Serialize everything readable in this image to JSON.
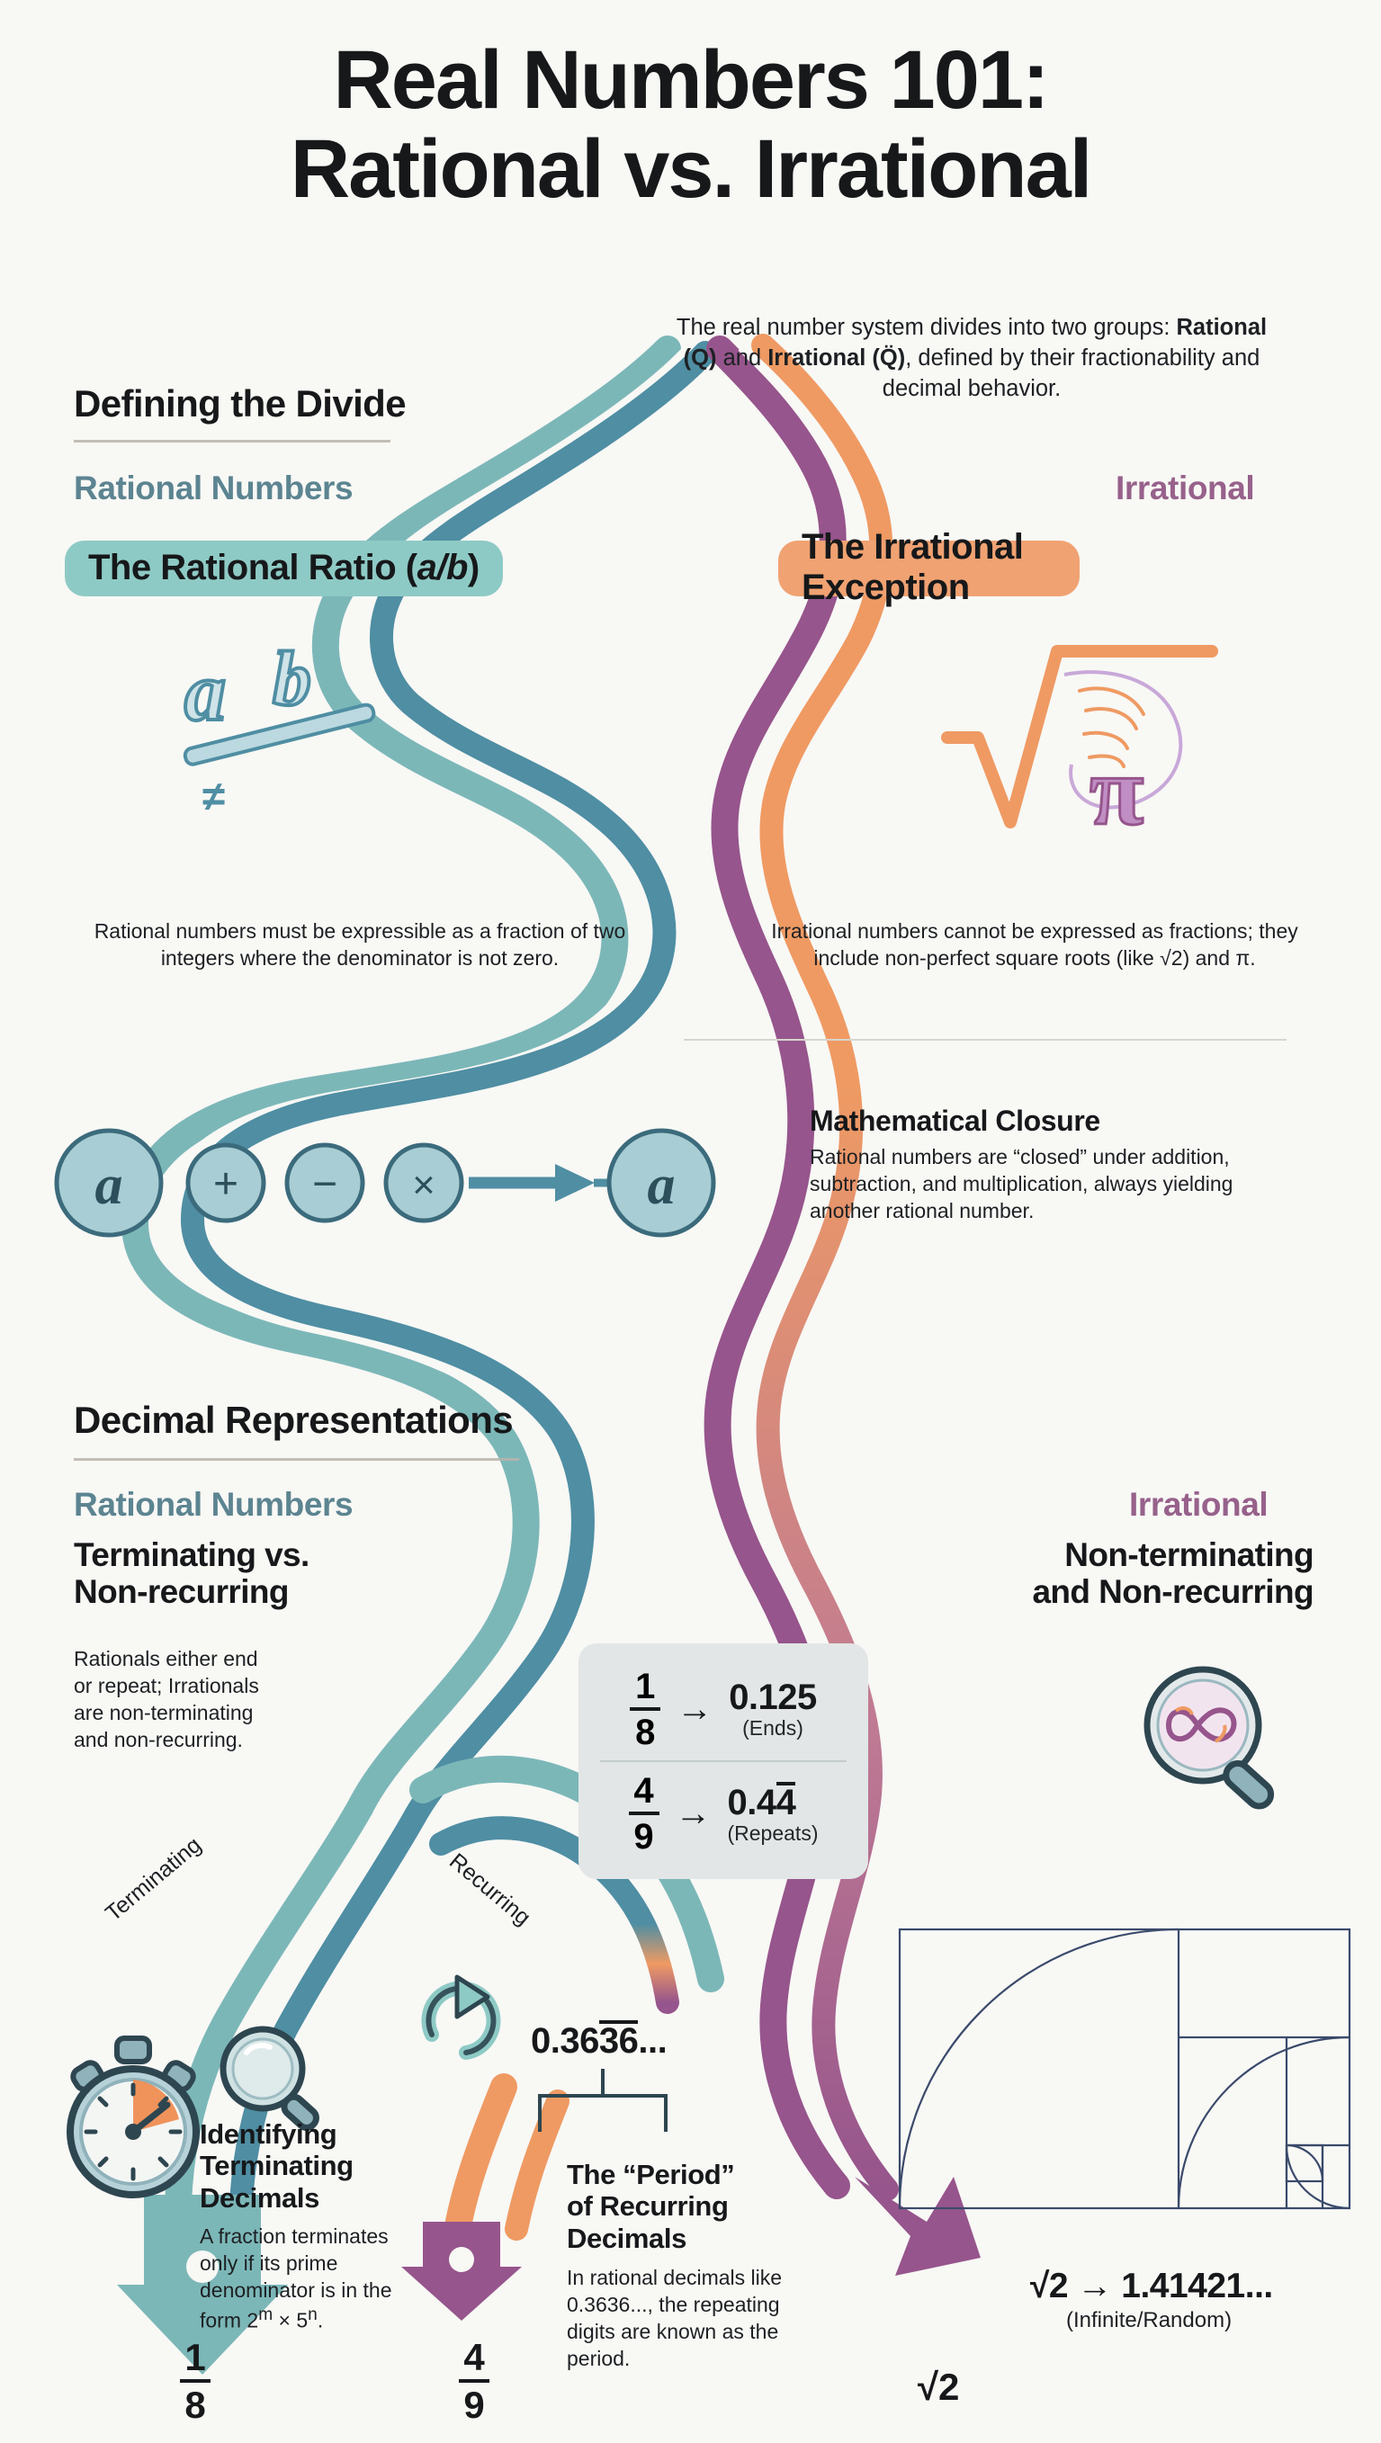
{
  "title": {
    "line1": "Real Numbers 101:",
    "line2": "Rational vs. Irrational"
  },
  "intro": {
    "part1": "The real number system divides into two groups: ",
    "bold1": "Rational (Q)",
    "mid": " and ",
    "bold2": "Irrational (Q̈)",
    "part2": ", defined by their fractionability and decimal behavior."
  },
  "section1": {
    "title": "Defining the Divide",
    "rational_head": "Rational Numbers",
    "irrational_head": "Irrational",
    "rational_pill_pre": "The Rational Ratio (",
    "rational_pill_italic": "a/b",
    "rational_pill_post": ")",
    "irrational_pill": "The Irrational Exception",
    "rational_body": "Rational numbers must be expressible as a fraction of two integers where the denominator is not zero.",
    "irrational_body": "Irrational numbers cannot be expressed as fractions; they include non-perfect square roots (like √2) and π.",
    "icon_rational": "a-over-b-fraction-icon",
    "icon_irrational": "sqrt-pi-icon"
  },
  "closure": {
    "title": "Mathematical Closure",
    "body": "Rational numbers are “closed” under addition, subtraction, and multiplication, always yielding another rational number.",
    "nodes": [
      "a",
      "+",
      "−",
      "×",
      "a"
    ]
  },
  "section2": {
    "title": "Decimal Representations",
    "rational_head": "Rational Numbers",
    "irrational_head": "Irrational",
    "rational_sub_l1": "Terminating vs.",
    "rational_sub_l2": "Non-recurring",
    "irrational_sub_l1": "Non-terminating",
    "irrational_sub_l2": "and Non-recurring",
    "rational_body": "Rationals either end or repeat; Irrationals are non-terminating and non-recurring.",
    "icon_irrational": "infinity-magnifier-icon"
  },
  "fraction_card": {
    "rows": [
      {
        "num": "1",
        "den": "8",
        "arrow": "→",
        "result": "0.125",
        "result_overline": "",
        "note": "(Ends)"
      },
      {
        "num": "4",
        "den": "9",
        "arrow": "→",
        "result": "0.4",
        "result_overline": "4",
        "note": "(Repeats)"
      }
    ]
  },
  "branch_labels": {
    "terminating": "Terminating",
    "recurring": "Recurring"
  },
  "bottom": {
    "terminating": {
      "title_l1": "Identifying",
      "title_l2": "Terminating",
      "title_l3": "Decimals",
      "body_pre": "A fraction terminates only if its prime denominator is in the form 2",
      "exp1": "m",
      "body_mid": " × 5",
      "exp2": "n",
      "body_post": ".",
      "frac_num": "1",
      "frac_den": "8",
      "icon_clock": "stopwatch-icon",
      "icon_magnifier": "magnifier-icon"
    },
    "recurring": {
      "decimal": "0.36",
      "decimal_overline": "36",
      "decimal_tail": "...",
      "title_l1": "The “Period”",
      "title_l2": "of Recurring",
      "title_l3": "Decimals",
      "body": "In rational decimals like 0.3636..., the repeating digits are known as the period.",
      "frac_num": "4",
      "frac_den": "9",
      "icon_refresh": "refresh-cycle-icon"
    },
    "irrational": {
      "expr": "√2 → 1.41421...",
      "note": "(Infinite/Random)",
      "label": "√2",
      "icon_spiral": "fibonacci-spiral-icon"
    }
  },
  "colors": {
    "teal_light": "#8ecac5",
    "teal_dark": "#4f8ea3",
    "purple": "#96558c",
    "orange": "#ef9a63",
    "background": "#f8f8f5",
    "text": "#16181a",
    "rational_head": "#5c8491",
    "irrational_head": "#97618b"
  }
}
